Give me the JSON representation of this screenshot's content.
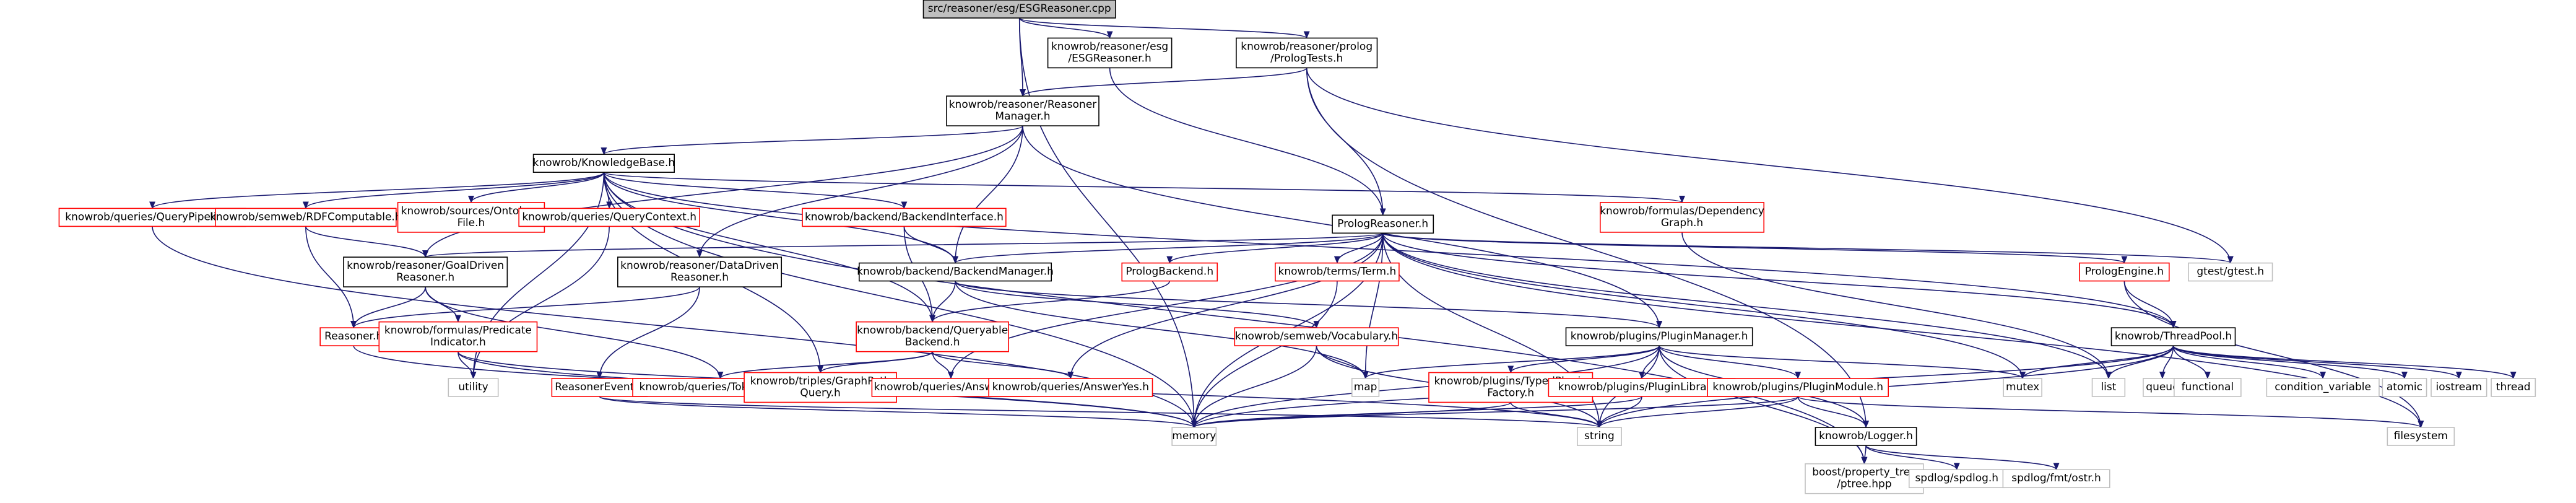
{
  "colors": {
    "edge": "#191970",
    "focus_fill": "#bfbfbf",
    "focus_border": "#000000",
    "documented_border": "#000000",
    "undocumented_border": "#ff0000",
    "external_border": "#bfbfbf",
    "node_fill": "#ffffff"
  },
  "nodes": [
    {
      "id": "root",
      "lines": [
        "src/reasoner/esg/ESGReasoner.cpp"
      ],
      "kind": "focus"
    },
    {
      "id": "esgh",
      "lines": [
        "knowrob/reasoner/esg",
        "/ESGReasoner.h"
      ],
      "kind": "doc"
    },
    {
      "id": "ptests",
      "lines": [
        "knowrob/reasoner/prolog",
        "/PrologTests.h"
      ],
      "kind": "doc"
    },
    {
      "id": "rmgr",
      "lines": [
        "knowrob/reasoner/Reasoner",
        "Manager.h"
      ],
      "kind": "doc"
    },
    {
      "id": "kb",
      "lines": [
        "knowrob/KnowledgeBase.h"
      ],
      "kind": "doc"
    },
    {
      "id": "qp",
      "lines": [
        "knowrob/queries/QueryPipeline.h"
      ],
      "kind": "red"
    },
    {
      "id": "rdfc",
      "lines": [
        "knowrob/semweb/RDFComputable.h"
      ],
      "kind": "red"
    },
    {
      "id": "ontf",
      "lines": [
        "knowrob/sources/Ontology",
        "File.h"
      ],
      "kind": "red"
    },
    {
      "id": "qctx",
      "lines": [
        "knowrob/queries/QueryContext.h"
      ],
      "kind": "red"
    },
    {
      "id": "bif",
      "lines": [
        "knowrob/backend/BackendInterface.h"
      ],
      "kind": "red"
    },
    {
      "id": "depg",
      "lines": [
        "knowrob/formulas/Dependency",
        "Graph.h"
      ],
      "kind": "red"
    },
    {
      "id": "preas",
      "lines": [
        "PrologReasoner.h"
      ],
      "kind": "doc"
    },
    {
      "id": "gdr",
      "lines": [
        "knowrob/reasoner/GoalDriven",
        "Reasoner.h"
      ],
      "kind": "doc"
    },
    {
      "id": "ddr",
      "lines": [
        "knowrob/reasoner/DataDriven",
        "Reasoner.h"
      ],
      "kind": "doc"
    },
    {
      "id": "bmgr",
      "lines": [
        "knowrob/backend/BackendManager.h"
      ],
      "kind": "doc"
    },
    {
      "id": "pbk",
      "lines": [
        "PrologBackend.h"
      ],
      "kind": "red"
    },
    {
      "id": "term",
      "lines": [
        "knowrob/terms/Term.h"
      ],
      "kind": "red"
    },
    {
      "id": "peng",
      "lines": [
        "PrologEngine.h"
      ],
      "kind": "red"
    },
    {
      "id": "gtest",
      "lines": [
        "gtest/gtest.h"
      ],
      "kind": "ext"
    },
    {
      "id": "reas",
      "lines": [
        "Reasoner.h"
      ],
      "kind": "red"
    },
    {
      "id": "pind",
      "lines": [
        "knowrob/formulas/Predicate",
        "Indicator.h"
      ],
      "kind": "red"
    },
    {
      "id": "qbk",
      "lines": [
        "knowrob/backend/Queryable",
        "Backend.h"
      ],
      "kind": "red"
    },
    {
      "id": "voc",
      "lines": [
        "knowrob/semweb/Vocabulary.h"
      ],
      "kind": "red"
    },
    {
      "id": "pmgr",
      "lines": [
        "knowrob/plugins/PluginManager.h"
      ],
      "kind": "doc"
    },
    {
      "id": "tpool",
      "lines": [
        "knowrob/ThreadPool.h"
      ],
      "kind": "doc"
    },
    {
      "id": "utility",
      "lines": [
        "utility"
      ],
      "kind": "ext"
    },
    {
      "id": "revt",
      "lines": [
        "ReasonerEvent.h"
      ],
      "kind": "red"
    },
    {
      "id": "tbuf",
      "lines": [
        "knowrob/queries/TokenBuffer.h"
      ],
      "kind": "red"
    },
    {
      "id": "gq",
      "lines": [
        "knowrob/triples/GraphPath",
        "Query.h"
      ],
      "kind": "red"
    },
    {
      "id": "ano",
      "lines": [
        "knowrob/queries/AnswerNo.h"
      ],
      "kind": "red"
    },
    {
      "id": "ayes",
      "lines": [
        "knowrob/queries/AnswerYes.h"
      ],
      "kind": "red"
    },
    {
      "id": "map",
      "lines": [
        "map"
      ],
      "kind": "ext"
    },
    {
      "id": "tpf",
      "lines": [
        "knowrob/plugins/TypedPlugin",
        "Factory.h"
      ],
      "kind": "red"
    },
    {
      "id": "plib",
      "lines": [
        "knowrob/plugins/PluginLibrary.h"
      ],
      "kind": "red"
    },
    {
      "id": "pmod",
      "lines": [
        "knowrob/plugins/PluginModule.h"
      ],
      "kind": "red"
    },
    {
      "id": "mutex",
      "lines": [
        "mutex"
      ],
      "kind": "ext"
    },
    {
      "id": "list",
      "lines": [
        "list"
      ],
      "kind": "ext"
    },
    {
      "id": "queue",
      "lines": [
        "queue"
      ],
      "kind": "ext"
    },
    {
      "id": "functional",
      "lines": [
        "functional"
      ],
      "kind": "ext"
    },
    {
      "id": "condvar",
      "lines": [
        "condition_variable"
      ],
      "kind": "ext"
    },
    {
      "id": "atomic",
      "lines": [
        "atomic"
      ],
      "kind": "ext"
    },
    {
      "id": "iostream",
      "lines": [
        "iostream"
      ],
      "kind": "ext"
    },
    {
      "id": "thread",
      "lines": [
        "thread"
      ],
      "kind": "ext"
    },
    {
      "id": "memory",
      "lines": [
        "memory"
      ],
      "kind": "ext"
    },
    {
      "id": "string",
      "lines": [
        "string"
      ],
      "kind": "ext"
    },
    {
      "id": "logger",
      "lines": [
        "knowrob/Logger.h"
      ],
      "kind": "doc"
    },
    {
      "id": "fs",
      "lines": [
        "filesystem"
      ],
      "kind": "ext"
    },
    {
      "id": "ptree",
      "lines": [
        "boost/property_tree",
        "/ptree.hpp"
      ],
      "kind": "ext"
    },
    {
      "id": "spdlog",
      "lines": [
        "spdlog/spdlog.h"
      ],
      "kind": "ext"
    },
    {
      "id": "fmt",
      "lines": [
        "spdlog/fmt/ostr.h"
      ],
      "kind": "ext"
    }
  ],
  "edges": [
    [
      "root",
      "esgh"
    ],
    [
      "root",
      "ptests"
    ],
    [
      "root",
      "rmgr"
    ],
    [
      "root",
      "memory"
    ],
    [
      "esgh",
      "preas"
    ],
    [
      "ptests",
      "rmgr"
    ],
    [
      "ptests",
      "preas"
    ],
    [
      "ptests",
      "gtest"
    ],
    [
      "ptests",
      "logger"
    ],
    [
      "rmgr",
      "kb"
    ],
    [
      "rmgr",
      "gdr"
    ],
    [
      "rmgr",
      "ddr"
    ],
    [
      "rmgr",
      "bmgr"
    ],
    [
      "rmgr",
      "pmgr"
    ],
    [
      "kb",
      "qp"
    ],
    [
      "kb",
      "rdfc"
    ],
    [
      "kb",
      "ontf"
    ],
    [
      "kb",
      "qctx"
    ],
    [
      "kb",
      "bif"
    ],
    [
      "kb",
      "depg"
    ],
    [
      "kb",
      "bmgr"
    ],
    [
      "kb",
      "qbk"
    ],
    [
      "kb",
      "gq"
    ],
    [
      "kb",
      "tpool"
    ],
    [
      "kb",
      "utility"
    ],
    [
      "kb",
      "memory"
    ],
    [
      "kb",
      "ptree"
    ],
    [
      "qp",
      "memory"
    ],
    [
      "rdfc",
      "gdr"
    ],
    [
      "rdfc",
      "reas"
    ],
    [
      "qctx",
      "utility"
    ],
    [
      "bif",
      "qbk"
    ],
    [
      "bif",
      "bmgr"
    ],
    [
      "depg",
      "list"
    ],
    [
      "preas",
      "gdr"
    ],
    [
      "preas",
      "bmgr"
    ],
    [
      "preas",
      "pbk"
    ],
    [
      "preas",
      "term"
    ],
    [
      "preas",
      "peng"
    ],
    [
      "preas",
      "gtest"
    ],
    [
      "preas",
      "tpool"
    ],
    [
      "preas",
      "map"
    ],
    [
      "preas",
      "ano"
    ],
    [
      "preas",
      "ayes"
    ],
    [
      "preas",
      "memory"
    ],
    [
      "preas",
      "string"
    ],
    [
      "preas",
      "list"
    ],
    [
      "preas",
      "mutex"
    ],
    [
      "preas",
      "fs"
    ],
    [
      "gdr",
      "reas"
    ],
    [
      "gdr",
      "pind"
    ],
    [
      "gdr",
      "tbuf"
    ],
    [
      "ddr",
      "reas"
    ],
    [
      "ddr",
      "revt"
    ],
    [
      "bmgr",
      "qbk"
    ],
    [
      "bmgr",
      "pmgr"
    ],
    [
      "bmgr",
      "voc"
    ],
    [
      "bmgr",
      "map"
    ],
    [
      "pbk",
      "qbk"
    ],
    [
      "term",
      "memory"
    ],
    [
      "peng",
      "tpool"
    ],
    [
      "peng",
      "fs"
    ],
    [
      "reas",
      "memory"
    ],
    [
      "pind",
      "memory"
    ],
    [
      "pind",
      "utility"
    ],
    [
      "pind",
      "string"
    ],
    [
      "qbk",
      "tbuf"
    ],
    [
      "qbk",
      "gq"
    ],
    [
      "qbk",
      "ano"
    ],
    [
      "qbk",
      "ayes"
    ],
    [
      "voc",
      "map"
    ],
    [
      "voc",
      "string"
    ],
    [
      "voc",
      "memory"
    ],
    [
      "pmgr",
      "map"
    ],
    [
      "pmgr",
      "tpf"
    ],
    [
      "pmgr",
      "plib"
    ],
    [
      "pmgr",
      "pmod"
    ],
    [
      "pmgr",
      "logger"
    ],
    [
      "pmgr",
      "mutex"
    ],
    [
      "pmgr",
      "string"
    ],
    [
      "pmgr",
      "memory"
    ],
    [
      "pmgr",
      "ptree"
    ],
    [
      "tpool",
      "mutex"
    ],
    [
      "tpool",
      "list"
    ],
    [
      "tpool",
      "queue"
    ],
    [
      "tpool",
      "functional"
    ],
    [
      "tpool",
      "condvar"
    ],
    [
      "tpool",
      "atomic"
    ],
    [
      "tpool",
      "iostream"
    ],
    [
      "tpool",
      "thread"
    ],
    [
      "tpool",
      "string"
    ],
    [
      "tpool",
      "memory"
    ],
    [
      "revt",
      "memory"
    ],
    [
      "revt",
      "string"
    ],
    [
      "tpf",
      "memory"
    ],
    [
      "tpf",
      "string"
    ],
    [
      "plib",
      "memory"
    ],
    [
      "plib",
      "string"
    ],
    [
      "pmod",
      "logger"
    ],
    [
      "pmod",
      "string"
    ],
    [
      "pmod",
      "fs"
    ],
    [
      "pmod",
      "memory"
    ],
    [
      "logger",
      "ptree"
    ],
    [
      "logger",
      "spdlog"
    ],
    [
      "logger",
      "fmt"
    ]
  ]
}
